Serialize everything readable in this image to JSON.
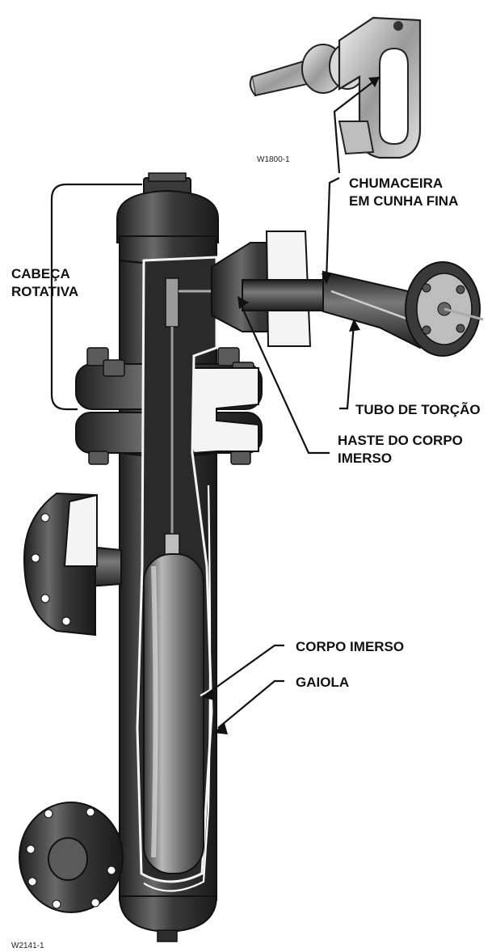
{
  "labels": {
    "bearing": [
      "CHUMACEIRA",
      "EM CUNHA FINA"
    ],
    "rotary_head": [
      "CABEÇA",
      "ROTATIVA"
    ],
    "torque_tube": "TUBO DE TORÇÃO",
    "displacer_rod": [
      "HASTE DO CORPO",
      "IMERSO"
    ],
    "displacer": "CORPO IMERSO",
    "cage": "GAIOLA"
  },
  "figure_ids": {
    "detail": "W1800-1",
    "main": "W2141-1"
  },
  "colors": {
    "body_dark": "#2b2b2b",
    "body_mid": "#4a4a4a",
    "highlight": "#8a8a8a",
    "cutaway_white": "#f4f4f4",
    "ink": "#111111"
  }
}
